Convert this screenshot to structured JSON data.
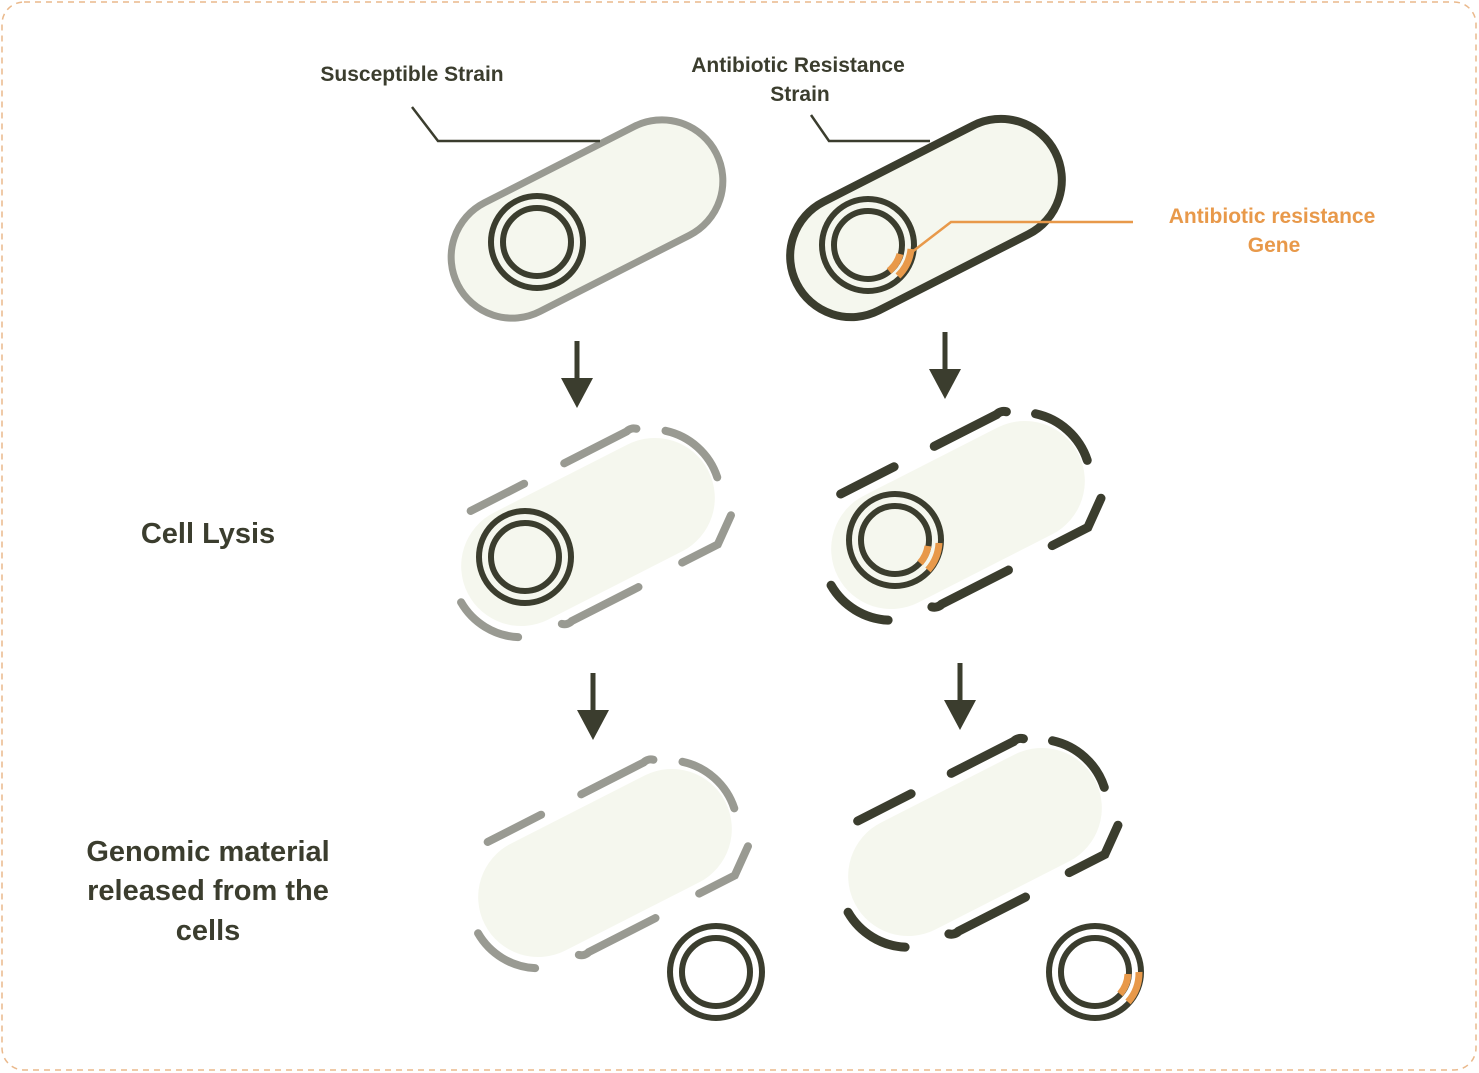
{
  "labels": {
    "susceptible_strain": "Susceptible Strain",
    "resistant_strain_line1": "Antibiotic Resistance",
    "resistant_strain_line2": "Strain",
    "gene_line1": "Antibiotic resistance",
    "gene_line2": "Gene",
    "cell_lysis": "Cell Lysis",
    "genomic_line1": "Genomic material",
    "genomic_line2": "released from the",
    "genomic_line3": "cells"
  },
  "colors": {
    "dark": "#3b3d2e",
    "light_outline": "#999a92",
    "cell_fill": "#f5f7ee",
    "accent": "#e8994a",
    "border": "#eab98c"
  }
}
